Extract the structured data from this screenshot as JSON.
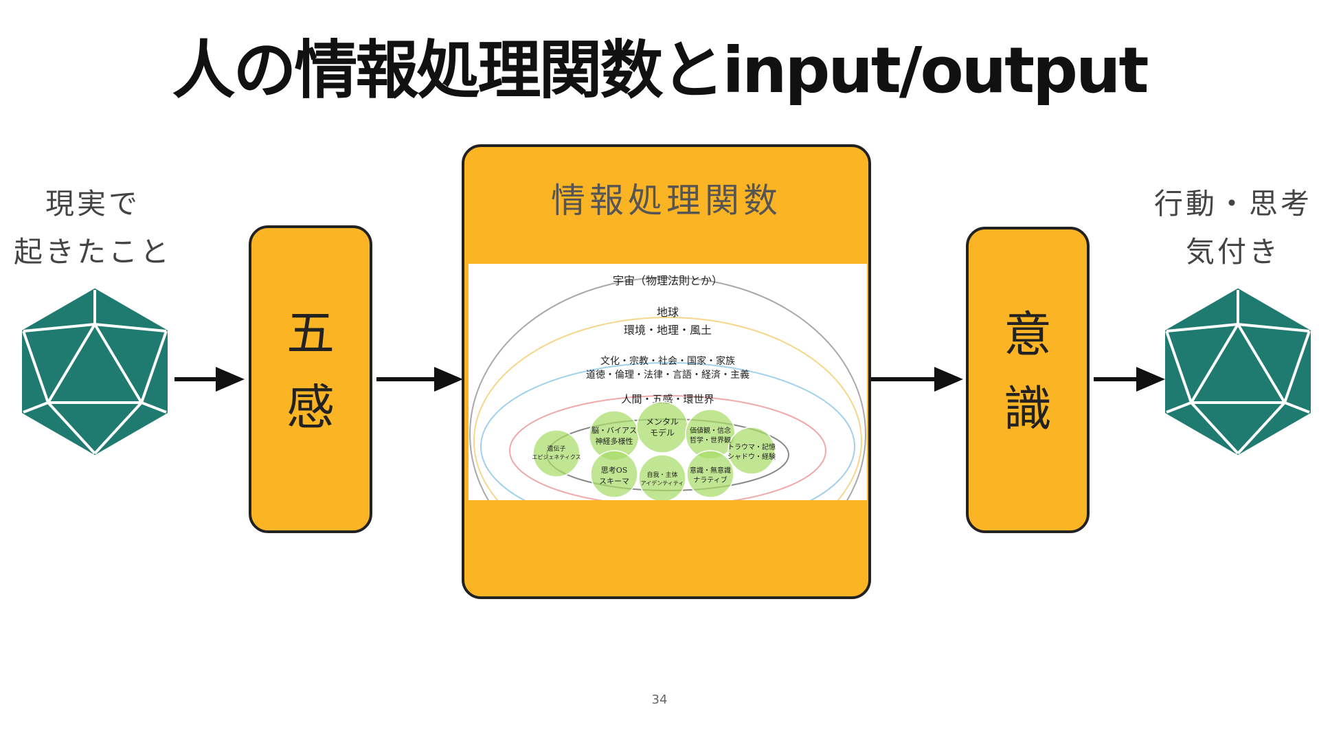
{
  "title": "人の情報処理関数とinput/output",
  "input_label": {
    "line1": "現実で",
    "line2": "起きたこと"
  },
  "output_label": {
    "line1": "行動・思考",
    "line2": "気付き"
  },
  "senses_box": {
    "char1": "五",
    "char2": "感"
  },
  "consciousness_box": {
    "char1": "意",
    "char2": "識"
  },
  "main_box_title": "情報処理関数",
  "nested_diagram": {
    "universe": "宇宙（物理法則とか）",
    "earth": "地球",
    "environment": "環境・地理・風土",
    "culture1": "文化・宗教・社会・国家・家族",
    "culture2": "道徳・倫理・法律・言語・経済・主義",
    "human": "人間・五感・環世界",
    "bubbles": [
      {
        "line1": "遺伝子",
        "line2": "エピジェネティクス"
      },
      {
        "line1": "脳・バイアス",
        "line2": "神経多様性"
      },
      {
        "line1": "メンタル",
        "line2": "モデル"
      },
      {
        "line1": "価値観・信念",
        "line2": "哲学・世界観"
      },
      {
        "line1": "トラウマ・記憶",
        "line2": "シャドウ・経験"
      },
      {
        "line1": "思考OS",
        "line2": "スキーマ"
      },
      {
        "line1": "自我・主体",
        "line2": "アイデンティティ"
      },
      {
        "line1": "意識・無意識",
        "line2": "ナラティブ"
      }
    ]
  },
  "colors": {
    "box_fill": "#fbb424",
    "icon_fill": "#1f7a70",
    "bubble_fill": "#a8db6a"
  },
  "icons": {
    "input": "icosahedron-icon",
    "output": "icosahedron-icon"
  },
  "page_number": "34"
}
